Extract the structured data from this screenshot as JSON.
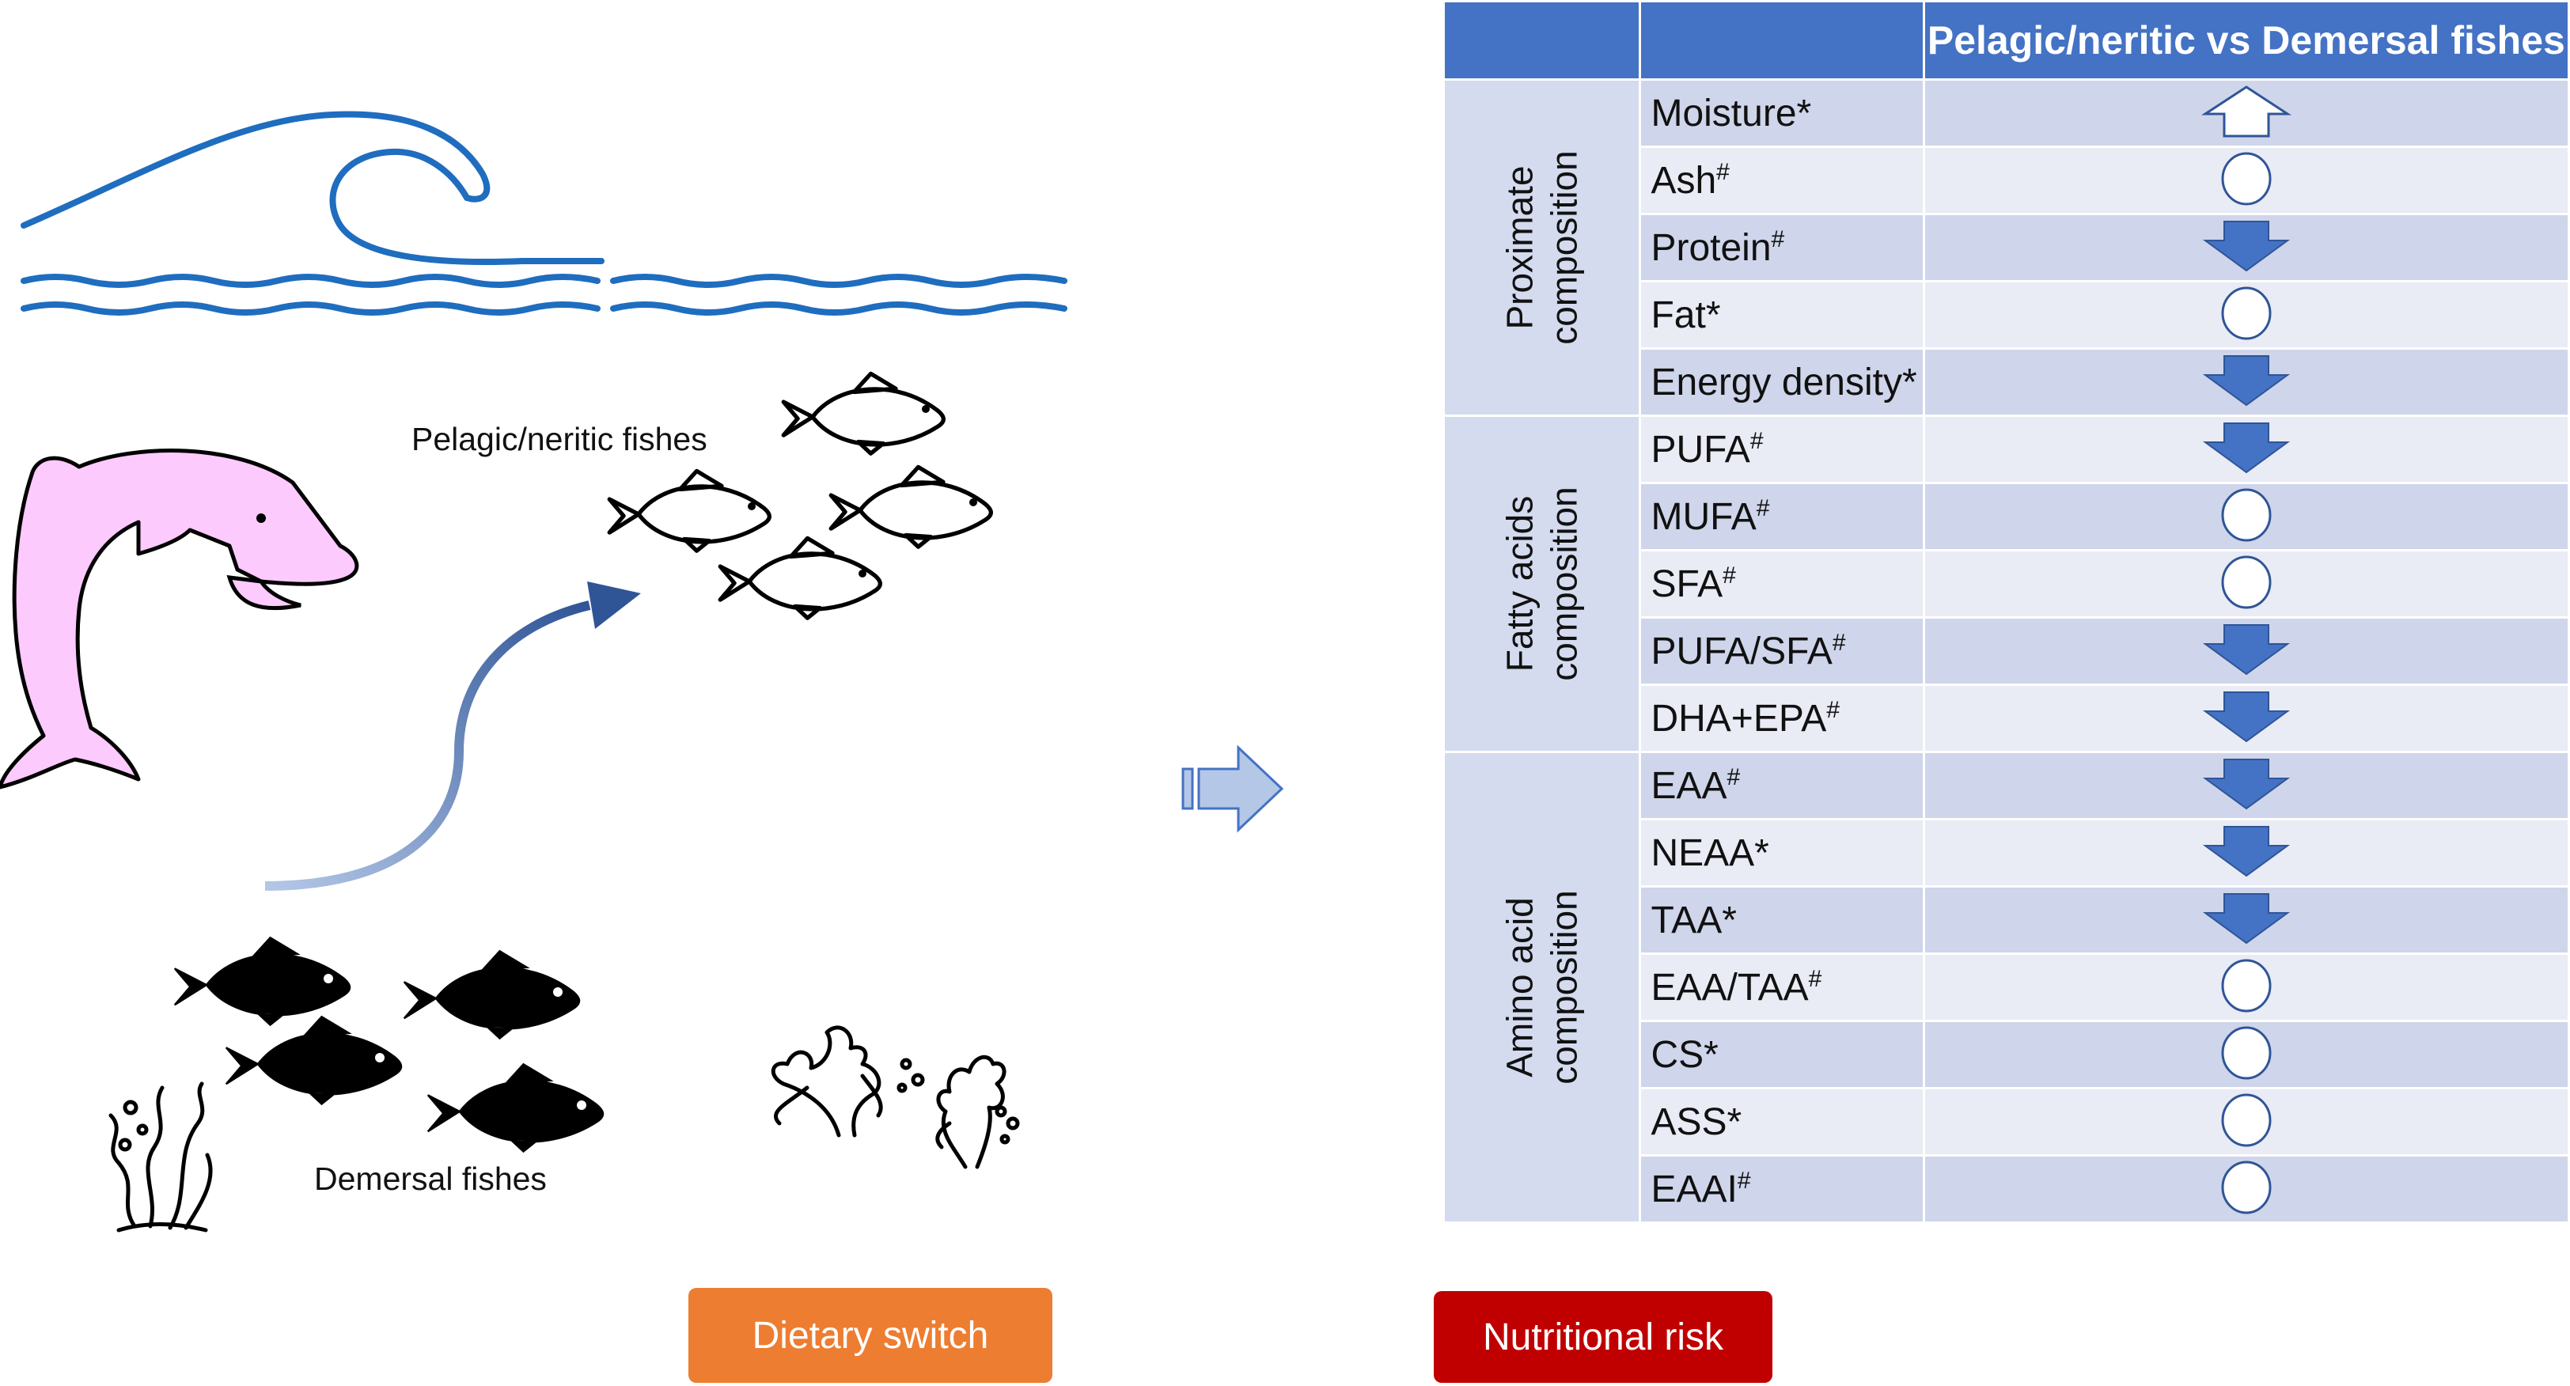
{
  "labels": {
    "pelagic": "Pelagic/neritic fishes",
    "demersal": "Demersal fishes"
  },
  "buttons": {
    "dietary_switch": "Dietary switch",
    "nutritional_risk": "Nutritional risk"
  },
  "table": {
    "header": "Pelagic/neritic vs Demersal fishes",
    "groups": [
      {
        "name": [
          "Proximate",
          "composition"
        ],
        "rows": [
          {
            "name": "Moisture",
            "mark": "*",
            "symbol": "up-arrow"
          },
          {
            "name": "Ash",
            "mark": "#",
            "symbol": "circle"
          },
          {
            "name": "Protein",
            "mark": "#",
            "symbol": "down-arrow"
          },
          {
            "name": "Fat",
            "mark": "*",
            "symbol": "circle"
          },
          {
            "name": "Energy density",
            "mark": "*",
            "symbol": "down-arrow"
          }
        ]
      },
      {
        "name": [
          "Fatty acids",
          "composition"
        ],
        "rows": [
          {
            "name": "PUFA",
            "mark": "#",
            "symbol": "down-arrow"
          },
          {
            "name": "MUFA",
            "mark": "#",
            "symbol": "circle"
          },
          {
            "name": "SFA",
            "mark": "#",
            "symbol": "circle"
          },
          {
            "name": "PUFA/SFA",
            "mark": "#",
            "symbol": "down-arrow"
          },
          {
            "name": "DHA+EPA",
            "mark": "#",
            "symbol": "down-arrow"
          }
        ]
      },
      {
        "name": [
          "Amino acid",
          "composition"
        ],
        "rows": [
          {
            "name": "EAA",
            "mark": "#",
            "symbol": "down-arrow"
          },
          {
            "name": "NEAA",
            "mark": "*",
            "symbol": "down-arrow"
          },
          {
            "name": "TAA",
            "mark": "*",
            "symbol": "down-arrow"
          },
          {
            "name": "EAA/TAA",
            "mark": "#",
            "symbol": "circle"
          },
          {
            "name": "CS",
            "mark": "*",
            "symbol": "circle"
          },
          {
            "name": "ASS",
            "mark": "*",
            "symbol": "circle"
          },
          {
            "name": "EAAI",
            "mark": "#",
            "symbol": "circle"
          }
        ]
      }
    ]
  },
  "colors": {
    "header_blue": "#4472c4",
    "arrow_blue": "#4472c4",
    "dolphin_pink": "#fccafc",
    "wave_blue": "#1f6dbf",
    "dietary_switch_orange": "#ed7d31",
    "nutritional_risk_red": "#c00000"
  },
  "icons": [
    "wave-icon",
    "dolphin-icon",
    "fish-outline-icon",
    "fish-solid-icon",
    "seaweed-icon",
    "coral-icon",
    "curved-arrow-icon",
    "right-arrow-icon"
  ]
}
